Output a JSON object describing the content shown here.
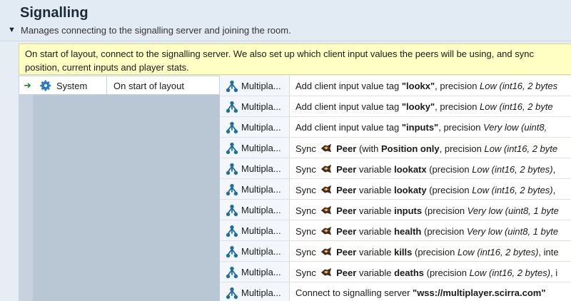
{
  "group": {
    "title": "Signalling",
    "toggle": "▼",
    "description": "Manages connecting to the signalling server and joining the room."
  },
  "comment": {
    "line1": "On start of layout, connect to the signalling server. We also set up which client input values the peers will be using, and sync",
    "line2": "position, current inputs and player stats."
  },
  "event": {
    "condition": {
      "arrow": "➜",
      "object": "System",
      "text": "On start of layout",
      "icon": "gear-icon"
    },
    "action_object_label": "Multipla...",
    "actions": [
      {
        "parts": [
          {
            "t": "Add client input value tag "
          },
          {
            "t": "\"lookx\"",
            "b": true
          },
          {
            "t": ", precision "
          },
          {
            "t": "Low (int16, 2 bytes",
            "i": true
          }
        ]
      },
      {
        "parts": [
          {
            "t": "Add client input value tag "
          },
          {
            "t": "\"looky\"",
            "b": true
          },
          {
            "t": ", precision "
          },
          {
            "t": "Low (int16, 2 byte",
            "i": true
          }
        ]
      },
      {
        "parts": [
          {
            "t": "Add client input value tag "
          },
          {
            "t": "\"inputs\"",
            "b": true
          },
          {
            "t": ", precision "
          },
          {
            "t": "Very low (uint8,",
            "i": true
          }
        ]
      },
      {
        "parts": [
          {
            "t": "Sync "
          },
          {
            "peer": true
          },
          {
            "t": "Peer",
            "b": true
          },
          {
            "t": " (with "
          },
          {
            "t": "Position only",
            "b": true
          },
          {
            "t": ", precision "
          },
          {
            "t": "Low (int16, 2 byte",
            "i": true
          }
        ]
      },
      {
        "parts": [
          {
            "t": "Sync "
          },
          {
            "peer": true
          },
          {
            "t": "Peer",
            "b": true
          },
          {
            "t": " variable "
          },
          {
            "t": "lookatx",
            "b": true
          },
          {
            "t": " (precision "
          },
          {
            "t": "Low (int16, 2 bytes)",
            "i": true
          },
          {
            "t": ","
          }
        ]
      },
      {
        "parts": [
          {
            "t": "Sync "
          },
          {
            "peer": true
          },
          {
            "t": "Peer",
            "b": true
          },
          {
            "t": " variable "
          },
          {
            "t": "lookaty",
            "b": true
          },
          {
            "t": " (precision "
          },
          {
            "t": "Low (int16, 2 bytes)",
            "i": true
          },
          {
            "t": ","
          }
        ]
      },
      {
        "parts": [
          {
            "t": "Sync "
          },
          {
            "peer": true
          },
          {
            "t": "Peer",
            "b": true
          },
          {
            "t": " variable "
          },
          {
            "t": "inputs",
            "b": true
          },
          {
            "t": " (precision "
          },
          {
            "t": "Very low (uint8, 1 byte",
            "i": true
          }
        ]
      },
      {
        "parts": [
          {
            "t": "Sync "
          },
          {
            "peer": true
          },
          {
            "t": "Peer",
            "b": true
          },
          {
            "t": " variable "
          },
          {
            "t": "health",
            "b": true
          },
          {
            "t": " (precision "
          },
          {
            "t": "Very low (uint8, 1 byte",
            "i": true
          }
        ]
      },
      {
        "parts": [
          {
            "t": "Sync "
          },
          {
            "peer": true
          },
          {
            "t": "Peer",
            "b": true
          },
          {
            "t": " variable "
          },
          {
            "t": "kills",
            "b": true
          },
          {
            "t": " (precision "
          },
          {
            "t": "Low (int16, 2 bytes)",
            "i": true
          },
          {
            "t": ", inte"
          }
        ]
      },
      {
        "parts": [
          {
            "t": "Sync "
          },
          {
            "peer": true
          },
          {
            "t": "Peer",
            "b": true
          },
          {
            "t": " variable "
          },
          {
            "t": "deaths",
            "b": true
          },
          {
            "t": " (precision "
          },
          {
            "t": "Low (int16, 2 bytes)",
            "i": true
          },
          {
            "t": ", i"
          }
        ]
      },
      {
        "parts": [
          {
            "t": "Connect to signalling server "
          },
          {
            "t": "\"wss://multiplayer.scirra.com\"",
            "b": true
          }
        ]
      }
    ]
  },
  "colors": {
    "multiplayer_icon": "#1e6f9a",
    "condition_arrow": "#1e8a2e",
    "comment_bg": "#ffffc4"
  }
}
